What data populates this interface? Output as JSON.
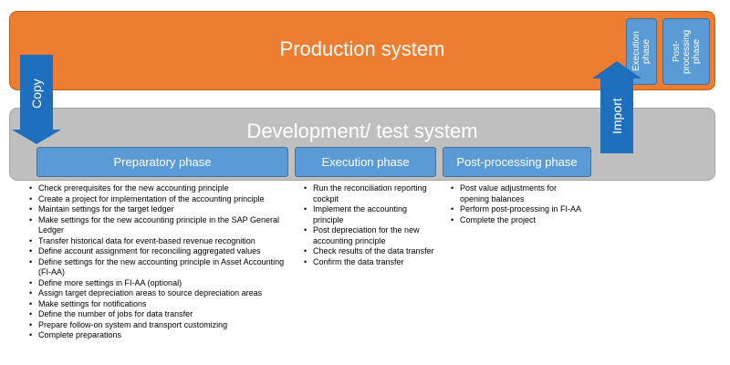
{
  "production": {
    "title": "Production system",
    "execution_label": "Execution phase",
    "postprocessing_label": "Post-processing phase"
  },
  "development": {
    "title": "Development/ test system"
  },
  "arrows": {
    "copy_label": "Copy",
    "import_label": "Import"
  },
  "phases": [
    {
      "title": "Preparatory phase",
      "steps": [
        "Check prerequisites for the new accounting principle",
        "Create a project for implementation of the accounting principle",
        "Maintain settings for the target ledger",
        "Make settings for the new accounting principle in the SAP General Ledger",
        "Transfer historical data for event-based revenue recognition",
        "Define account assignment for reconciling aggregated values",
        "Define settings for the new accounting principle in Asset Accounting  (FI-AA)",
        "Define more settings in FI-AA (optional)",
        "Assign target depreciation areas to source depreciation areas",
        "Make settings for notifications",
        "Define the number of jobs for data transfer",
        "Prepare follow-on system and transport customizing",
        "Complete preparations"
      ]
    },
    {
      "title": "Execution phase",
      "steps": [
        "Run the reconciliation reporting cockpit",
        "Implement the accounting principle",
        "Post depreciation for the new accounting principle",
        "Check results of the data transfer",
        "Confirm the data transfer"
      ]
    },
    {
      "title": "Post-processing phase",
      "steps": [
        "Post value adjustments for opening balances",
        "Perform post-processing in FI-AA",
        "Complete the project"
      ]
    }
  ],
  "colors": {
    "production_fill": "#ED7D31",
    "development_fill": "#BFBFBF",
    "phase_fill": "#5B9BD5",
    "arrow_fill": "#1F6FBF"
  }
}
